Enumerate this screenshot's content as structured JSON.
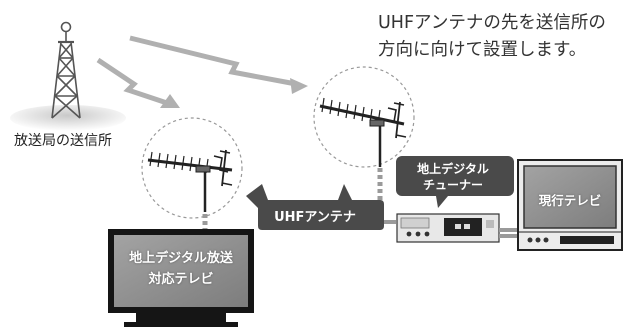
{
  "caption": {
    "line1": "UHFアンテナの先を送信所の",
    "line2": "方向に向けて設置します。"
  },
  "labels": {
    "station": "放送局の送信所",
    "uhf_antenna": "UHFアンテナ",
    "tuner_line1": "地上デジタル",
    "tuner_line2": "チューナー",
    "digital_tv_line1": "地上デジタル放送",
    "digital_tv_line2": "対応テレビ",
    "current_tv": "現行テレビ"
  },
  "colors": {
    "signal_arrow": "#b0b0b0",
    "bubble": "#4a4a4a",
    "tv_screen": "#8f8f8f",
    "tv_frame": "#151515",
    "cable": "#9a9a9a"
  }
}
